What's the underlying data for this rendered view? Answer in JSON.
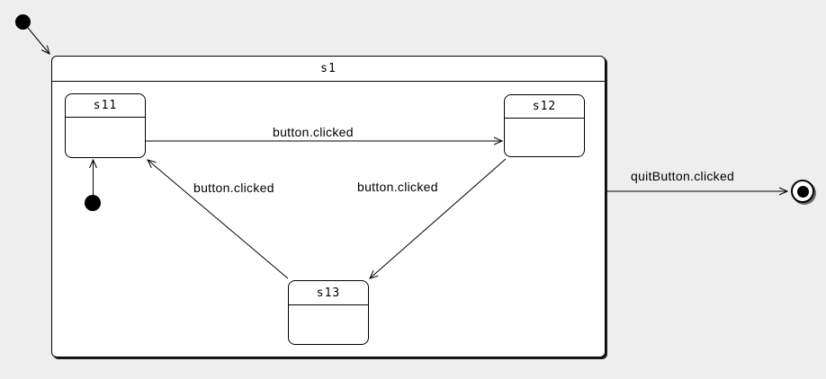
{
  "diagram": {
    "type": "uml-statechart",
    "background_color": "#eeeeee",
    "stroke_color": "#000000",
    "state_fill_color": "#ffffff",
    "composite_state": {
      "label": "s1"
    },
    "states": {
      "s11": {
        "label": "s11"
      },
      "s12": {
        "label": "s12"
      },
      "s13": {
        "label": "s13"
      }
    },
    "pseudostates": {
      "initial_outer": {
        "kind": "initial",
        "target": "s1"
      },
      "initial_inner": {
        "kind": "initial",
        "target": "s11"
      },
      "final": {
        "kind": "final"
      }
    },
    "transitions": {
      "s11_to_s12": {
        "from": "s11",
        "to": "s12",
        "label": "button.clicked"
      },
      "s13_to_s11": {
        "from": "s13",
        "to": "s11",
        "label": "button.clicked"
      },
      "s12_to_s13": {
        "from": "s12",
        "to": "s13",
        "label": "button.clicked"
      },
      "s1_to_final": {
        "from": "s1",
        "to": "final",
        "label": "quitButton.clicked"
      }
    }
  }
}
